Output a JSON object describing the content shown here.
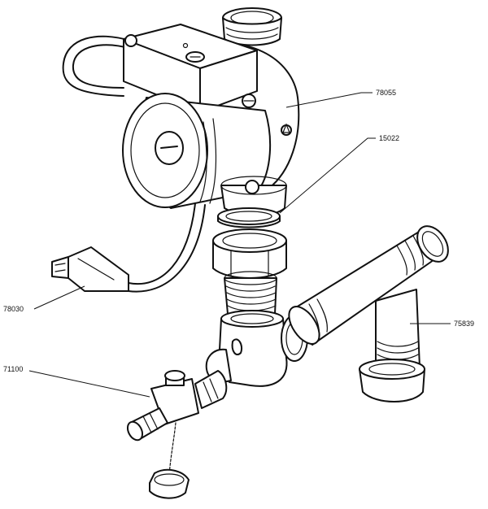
{
  "parts": [
    {
      "id": "pump",
      "label": "78055"
    },
    {
      "id": "gasket",
      "label": "15022"
    },
    {
      "id": "plug-connector",
      "label": "78030"
    },
    {
      "id": "drain-valve",
      "label": "71100"
    },
    {
      "id": "elbow-pipe",
      "label": "75839"
    }
  ]
}
